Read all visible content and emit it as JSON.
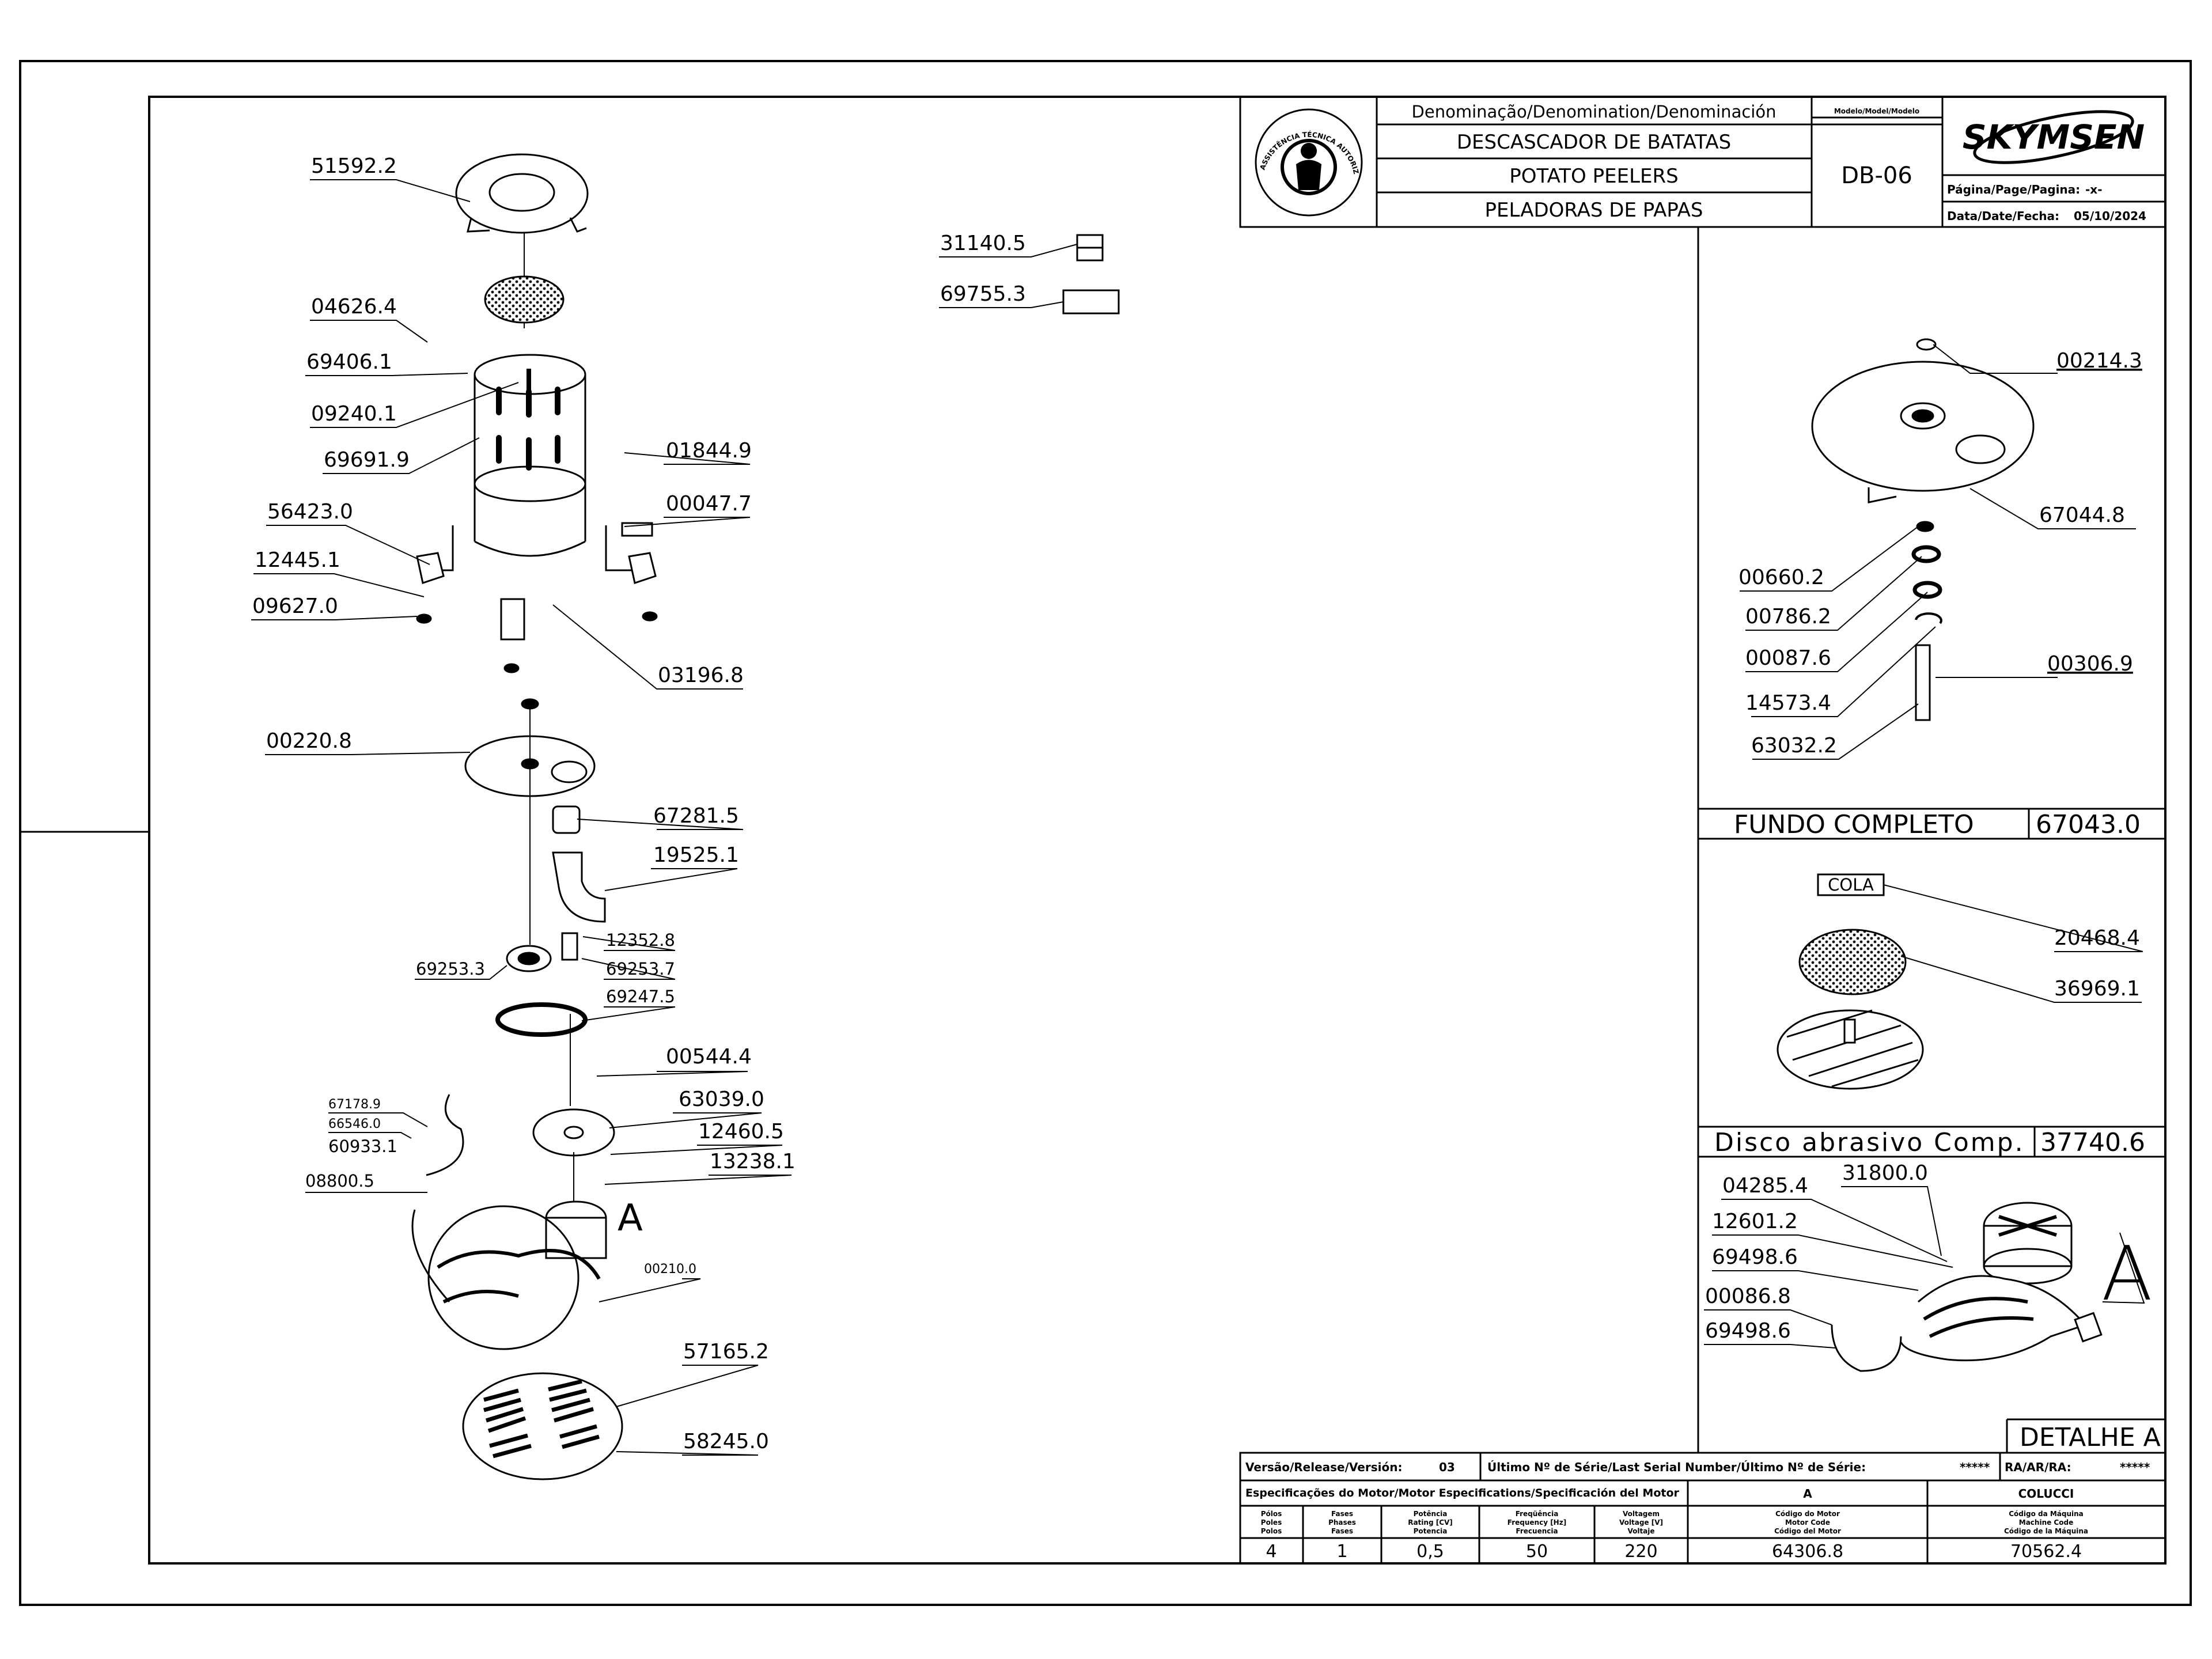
{
  "title_block": {
    "denomination_header": "Denominação/Denomination/Denominación",
    "name_pt": "DESCASCADOR DE BATATAS",
    "name_en": "POTATO PEELERS",
    "name_es": "PELADORAS DE PAPAS",
    "model_header": "Modelo/Model/Modelo",
    "model": "DB-06",
    "brand": "SKYMSEN",
    "page_label": "Página/Page/Pagina:",
    "page_value": "-x-",
    "date_label": "Data/Date/Fecha:",
    "date_value": "05/10/2024",
    "seal_top": "ASSISTÊNCIA TÉCNICA AUTORIZADA"
  },
  "main_parts": {
    "p51592_2": "51592.2",
    "p04626_4": "04626.4",
    "p69406_1": "69406.1",
    "p09240_1": "09240.1",
    "p69691_9": "69691.9",
    "p56423_0": "56423.0",
    "p12445_1": "12445.1",
    "p09627_0": "09627.0",
    "p01844_9": "01844.9",
    "p00047_7": "00047.7",
    "p03196_8": "03196.8",
    "p00220_8": "00220.8",
    "p67281_5": "67281.5",
    "p19525_1": "19525.1",
    "p12352_8": "12352.8",
    "p69253_7": "69253.7",
    "p69253_3": "69253.3",
    "p69247_5": "69247.5",
    "p00544_4": "00544.4",
    "p63039_0": "63039.0",
    "p12460_5": "12460.5",
    "p13238_1": "13238.1",
    "p67178_9": "67178.9",
    "p66546_0": "66546.0",
    "p60933_1": "60933.1",
    "p08800_5": "08800.5",
    "p00210_0": "00210.0",
    "p57165_2": "57165.2",
    "p58245_0": "58245.0",
    "p31140_5": "31140.5",
    "p69755_3": "69755.3",
    "detail_marker": "A"
  },
  "fundo": {
    "p00214_3": "00214.3",
    "p67044_8": "67044.8",
    "p00660_2": "00660.2",
    "p00786_2": "00786.2",
    "p00087_6": "00087.6",
    "p00306_9": "00306.9",
    "p14573_4": "14573.4",
    "p63032_2": "63032.2",
    "section_title": "FUNDO COMPLETO",
    "section_code": "67043.0"
  },
  "disco": {
    "cola_label": "COLA",
    "p20468_4": "20468.4",
    "p36969_1": "36969.1",
    "section_title": "Disco abrasivo Comp.",
    "section_code": "37740.6"
  },
  "detalhe": {
    "p04285_4": "04285.4",
    "p31800_0": "31800.0",
    "p12601_2": "12601.2",
    "p69498_6a": "69498.6",
    "p00086_8": "00086.8",
    "p69498_6b": "69498.6",
    "marker": "A",
    "section_title": "DETALHE A"
  },
  "footer": {
    "version_label": "Versão/Release/Versión:",
    "version_value": "03",
    "serial_label": "Último Nº de Série/Last Serial Number/Último Nº de Série:",
    "serial_value": "*****",
    "ra_label": "RA/AR/RA:",
    "ra_value": "*****",
    "motor_spec_label": "Especificações do Motor/Motor Especifications/Specificación del Motor",
    "motor_code_header": "A",
    "machine_code_header": "COLUCCI",
    "col_poles": [
      "Pólos",
      "Poles",
      "Polos"
    ],
    "col_phases": [
      "Fases",
      "Phases",
      "Fases"
    ],
    "col_power": [
      "Potência",
      "Rating [CV]",
      "Potencia"
    ],
    "col_freq": [
      "Freqüência",
      "Frequency [Hz]",
      "Frecuencia"
    ],
    "col_volt": [
      "Voltagem",
      "Voltage [V]",
      "Voltaje"
    ],
    "col_motor_code": [
      "Código do Motor",
      "Motor Code",
      "Código del Motor"
    ],
    "col_machine_code": [
      "Código da Máquina",
      "Machine Code",
      "Código de la Máquina"
    ],
    "poles": "4",
    "phases": "1",
    "power": "0,5",
    "frequency": "50",
    "voltage": "220",
    "motor_code": "64306.8",
    "machine_code": "70562.4"
  }
}
